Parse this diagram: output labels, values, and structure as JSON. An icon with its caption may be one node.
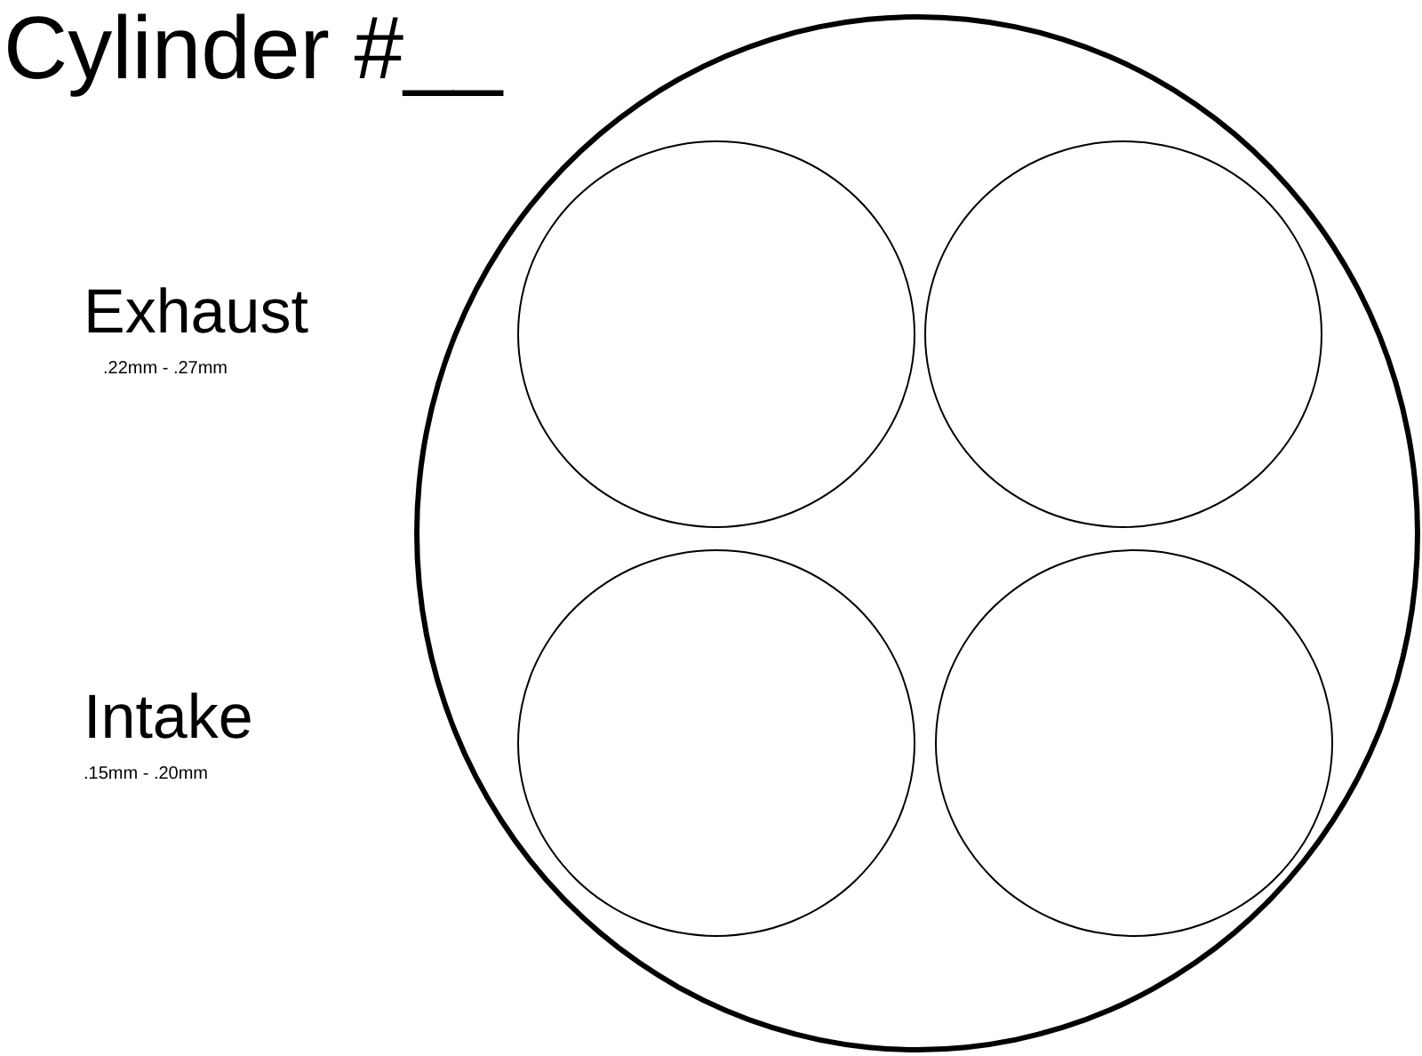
{
  "diagram": {
    "title": "Cylinder #__",
    "nodes": [
      {
        "text": [],
        "shape": "circle"
      },
      {
        "text": [],
        "shape": "circle",
        "in": 0
      },
      {
        "text": [],
        "shape": "circle",
        "in": 0
      },
      {
        "text": [],
        "shape": "circle",
        "in": 0
      },
      {
        "text": [],
        "shape": "circle",
        "in": 0
      }
    ],
    "edges": [],
    "labels": [
      "Exhaust",
      ".22mm - .27mm",
      "Intake",
      ".15mm - .20mm"
    ]
  }
}
